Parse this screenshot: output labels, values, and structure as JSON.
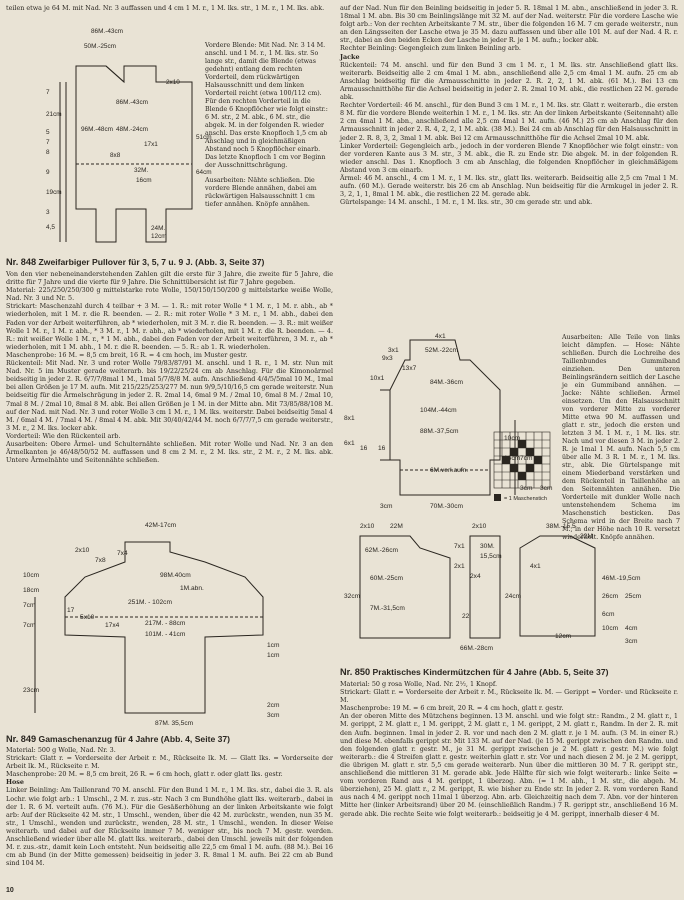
{
  "page_number": "10",
  "top_left_text": "teilen etwa je 64 M. mit Nad. Nr. 3 auffassen und 4 cm 1 M. r., 1 M. lks. str., 1 M. r., 1 M. lks. abk.",
  "vordere_blende": "Vordere Blende: Mit Nad. Nr. 3 14 M. anschl. und 1 M. r., 1 M. lks. str. So lange str., damit die Blende (etwas gedehnt) entlang dem rechten Vorderteil, dem rückwärtigen Halsausschnitt und dem linken Vorderteil reicht (etwa 100/112 cm). Für den rechten Vorderteil in die Blende 6 Knopflöcher wie folgt einstr.: 6 M. str., 2 M. abk., 6 M. str., die abgek. M. in der folgenden R. wieder anschl. Das erste Knopfloch 1,5 cm ab Anschlag und in gleichmäßigen Abstand noch 5 Knopflöcher einarb. Das letzte Knopfloch 1 cm vor Beginn der Ausschnittschrägung.",
  "ausarbeiten_848": "Ausarbeiten: Nähte schließen. Die vordere Blende annähen, dabei am rückwärtigen Halsausschnitt 1 cm tiefer annähen. Knöpfe annähen.",
  "title_848": {
    "nr": "Nr. 848",
    "text": "Zweifarbiger Pullover für 3, 5, 7 u. 9 J. (Abb. 3, Seite 37)"
  },
  "body_848": [
    "Von den vier nebeneinanderstehenden Zahlen gilt die erste für 3 Jahre, die zweite für 5 Jahre, die dritte für 7 Jahre und die vierte für 9 Jahre. Die Schnittübersicht ist für 7 Jahre gegeben.",
    "Material: 225/250/250/300 g mittelstarke rote Wolle, 150/150/150/200 g mittelstarke weiße Wolle, Nad. Nr. 3 und Nr. 5.",
    "Strickart: Maschenzahl durch 4 teilbar + 3 M. — 1. R.: mit roter Wolle * 1 M. r., 1 M. r. abh., ab * wiederholen, mit 1 M. r. die R. beenden. — 2. R.: mit roter Wolle * 3 M. r., 1 M. abh., dabei den Faden vor der Arbeit weiterführen, ab * wiederholen, mit 3 M. r. die R. beenden. — 3. R.: mit weißer Wolle 1 M. r., 1 M. r. abh., * 3 M. r., 1 M. r. abh., ab * wiederholen, mit 1 M. r. die R. beenden. — 4. R.: mit weißer Wolle 1 M. r., * 1 M. abh., dabei den Faden vor der Arbeit weiterführen, 3 M. r., ab * wiederholen, mit 1 M. abh., 1 M. r. die R. beenden. — 5. R.: ab 1. R. wiederholen.",
    "Maschenprobe: 16 M. = 8,5 cm breit, 16 R. = 4 cm hoch, im Muster gestr.",
    "Rückenteil: Mit Nad. Nr. 3 und roter Wolle 79/83/87/91 M. anschl. und 1 R. r., 1 M. str. Nun mit Nad. Nr. 5 im Muster gerade weiterarb. bis 19/22/25/24 cm ab Anschlag. Für die Kimonoärmel beidseitig in jeder 2. R. 6/7/7/8mal 1 M., 1mal 5/7/8/8 M. aufn. Anschließend 4/4/5/5mal 10 M., 1mal bei allen Größen je 17 M. aufn. Mit 215/225/253/277 M. nun 9/9,5/10/16,5 cm gerade weiterstr. Nun beidseitig für die Ärmelschrägung in jeder 2. R. 2mal 14, 6mal 9 M. / 2mal 10, 6mal 8 M. / 2mal 10, 7mal 8 M. / 2mal 10, 8mal 8 M. abk. Bei allen Größen je 1 M. in der Mitte abn. Mit 73/85/88/108 M. auf der Nad. mit Nad. Nr. 3 und roter Wolle 3 cm 1 M. r., 1 M. lks. weiterstr. Dabei beidseitig 5mal 4 M. / 6mal 4 M. / 7mal 4 M. / 8mal 4 M. abk. Mit 30/40/42/44 M. noch 6/7/7/7,5 cm gerade weiterstr., 3 M. r., 2 M. lks. locker abk.",
    "Vorderteil: Wie den Rückenteil arb.",
    "Ausarbeiten: Obere Ärmel- und Schulternähte schließen. Mit roter Wolle und Nad. Nr. 3 an den Ärmelkanten je 46/48/50/52 M. auffassen und 8 cm 2 M. r., 2 M. lks. str., 2 M. r., 2 M. lks. abk. Untere Ärmelnähte und Seitennähte schließen."
  ],
  "title_849": {
    "nr": "Nr. 849",
    "text": "Gamaschenanzug für 4 Jahre (Abb. 4, Seite 37)"
  },
  "body_849": [
    "Material: 500 g Wolle, Nad. Nr. 3.",
    "Strickart: Glatt r. = Vorderseite der Arbeit r. M., Rückseite lk. M. — Glatt lks. = Vorderseite der Arbeit lk. M., Rückseite r. M.",
    "Maschenprobe: 20 M. = 8,5 cm breit, 26 R. = 6 cm hoch, glatt r. oder glatt lks. gestr.",
    "Hose",
    "Linker Beinling: Am Taillenrand 70 M. anschl. Für den Bund 1 M. r., 1 M. lks. str., dabei die 3. R. als Lochr. wie folgt arb.: 1 Umschl., 2 M. r. zus.-str. Nach 3 cm Bundhöhe glatt lks. weiterarb., dabei in der 1. R. 6 M. verteilt aufn. (76 M.). Für die Gesäßerhöhung an der linken Arbeitskante wie folgt arb: Auf der Rückseite 42 M. str., 1 Umschl., wenden, über die 42 M. zurückstr., wenden, nun 35 M. str., 1 Umschl., wenden und zurückstr., wenden, 28 M. str., 1 Umschl., wenden. In dieser Weise weiterarb. und dabei auf der Rückseite immer 7 M. weniger str., bis noch 7 M. gestr. werden. Anschließend wieder über alle M. glatt lks. weiterarb., dabei den Umschl. jeweils mit der folgenden M. r. zus.-str., damit kein Loch entsteht. Nun beidseitig alle 22,5 cm 6mal 1 M. aufn. (88 M.). Bei 16 cm ab Bund (in der Mitte gemessen) beidseitig in jeder 3. R. 8mal 1 M. aufn. Bei 22 cm ab Bund sind 104 M."
  ],
  "right_col_top": "auf der Nad. Nun für den Beinling beidseitig in jeder 5. R. 18mal 1 M. abn., anschließend in jeder 3. R. 18mal 1 M. abn. Bis 30 cm Beinlingslänge mit 32 M. auf der Nad. weiterstr. Für die vordere Lasche wie folgt arb.: Von der rechten Arbeitskante 7 M. str., über die folgenden 16 M. 7 cm gerade weiterstr., nun an den Längsseiten der Lasche etwa je 35 M. dazu auffassen und über alle 101 M. auf der Nad. 4 R. r. str., dabei an den beiden Ecken der Lasche in jeder R. je 1 M. aufn.; locker abk.",
  "right_col_body": [
    "Rechter Beinling: Gegengleich zum linken Beinling arb.",
    "Jacke",
    "Rückenteil: 74 M. anschl. und für den Bund 3 cm 1 M. r., 1 M. lks. str. Anschließend glatt lks. weiterarb. Beidseitig alle 2 cm 4mal 1 M. abn., anschließend alle 2,5 cm 4mal 1 M. aufn. 25 cm ab Anschlag beidseitig für die Armausschnitte in jeder 2. R. 2, 2, 1 M. abk. (61 M.). Bei 13 cm Armausschnitthöhe für die Achsel beidseitig in jeder 2. R. 2mal 10 M. abk., die restlichen 22 M. gerade abk.",
    "Rechter Vorderteil: 46 M. anschl., für den Bund 3 cm 1 M. r., 1 M. lks. str. Glatt r. weiterarb., die ersten 8 M. für die vordere Blende weiterhin 1 M. r., 1 M. lks. str. An der linken Arbeitskante (Seitennaht) alle 2 cm 4mal 1 M. abn., anschließend alle 2,5 cm 4mal 1 M. aufn. (46 M.) 25 cm ab Anschlag für den Armausschnitt in jeder 2. R. 4, 2, 2, 1 M. abk. (38 M.). Bei 24 cm ab Anschlag für den Halsausschnitt in jeder 2. R. 8, 3, 2, 3mal 1 M. abk. Bei 12 cm Armausschnitthöhe für die Achsel 2mal 10 M. abk.",
    "Linker Vorderteil: Gegengleich arb., jedoch in der vorderen Blende 7 Knopflöcher wie folgt einstr.: von der vorderen Kante aus 3 M. str., 3 M. abk., die R. zu Ende str. Die abgek. M. in der folgenden R. wieder anschl. Das 1. Knopfloch 3 cm ab Anschlag, die folgenden Knopflöcher in gleichmäßigem Abstand von 3 cm einarb.",
    "Ärmel: 46 M. anschl., 4 cm 1 M. r., 1 M. lks. str., glatt lks. weiterarb. Beidseitig alle 2,5 cm 7mal 1 M. aufn. (60 M.). Gerade weiterstr. bis 26 cm ab Anschlag. Nun beidseitig für die Armkugel in jeder 2. R. 3, 2, 1, 1, 8mal 1 M. abk., die restlichen 22 M. gerade abk.",
    "Gürtelspange: 14 M. anschl., 1 M. r., 1 M. lks. str., 30 cm gerade str. und abk.",
    "Ausarbeiten: Alle Teile von links leicht dämpfen. — Hose: Nähte schließen. Durch die Lochreihe des Taillenbundes Gummiband einziehen. Den unteren Beinlingsrändern seitlich der Lasche je ein Gummiband annähen. — Jacke: Nähte schließen. Ärmel einsetzen. Um den Halsausschnitt von vorderer Mitte zu vorderer Mitte etwa 90 M. auffassen und glatt r. str., jedoch die ersten und letzten 3 M. 1 M. r., 1 M. lks. str. Nach und vor diesen 3 M. in jeder 2. R. je 1mal 1 M. aufn. Nach 5,5 cm über alle M. 3 R. 1 M. r., 1 M. lks. str., abk. Die Gürtelspange mit einem Miederband verstärken und dem Rückenteil in Taillenhöhe an den Seitennähten annähen. Die Vorderteile mit dunkler Wolle nach untenstehendem Schema im Maschenstich besticken. Das Schema wird in der Breite nach 7 M., in der Höhe nach 10 R. versetzt wiederholt. Knöpfe annähen."
  ],
  "title_850": {
    "nr": "Nr. 850",
    "text": "Praktisches Kindermützchen für 4 Jahre (Abb. 5, Seite 37)"
  },
  "body_850": [
    "Material: 50 g rosa Wolle, Nad. Nr. 2½, 1 Knopf.",
    "Strickart: Glatt r. = Vorderseite der Arbeit r. M., Rückseite lk. M. — Gerippt = Vorder- und Rückseite r. M.",
    "Maschenprobe: 19 M. = 6 cm breit, 20 R. = 4 cm hoch, glatt r. gestr.",
    "An der oberen Mitte des Mützchens beginnen. 13 M. anschl. und wie folgt str.: Randm., 2 M. glatt r., 1 M. gerippt, 2 M. glatt r., 1 M. gerippt, 2 M. glatt r., 1 M. gerippt, 2 M. glatt r., Randm. In der 2. R. mit den Aufn. beginnen. 1mal in jeder 2. R. vor und nach den 2 M. glatt r. je 1 M. aufn. (3 M. in einer R.) und diese M. ebenfalls gerippt str. Mit 133 M. auf der Nad. (je 15 M. gerippt zwischen den Randm. und den folgenden glatt r. gestr. M., je 31 M. gerippt zwischen je 2 M. glatt r. gestr. M.) wie folgt weiterarb.: die 4 Streifen glatt r. gestr. weiterhin glatt r. str. Vor und nach diesen 2 M. je 2 M. gerippt, die übrigen M. glatt r. str. 5,5 cm gerade weiterarb. Nun über die mittleren 30 M. 7 R. gerippt str., anschließend die mittleren 31 M. gerade abk. Jede Hälfte für sich wie folgt weiterarb.: linke Seite = vom vorderen Rand aus 4 M. gerippt, 1 überzog. Abn. (= 1 M. abh., 1 M. str., die abgeh. M. überziehen), 25 M. glatt r., 2 M. gerippt, R. wie bisher zu Ende str. In jeder 2. R. vom vorderen Rand aus nach 4 M. gerippt noch 11mal 1 überzog. Abn. arb. Gleichzeitig nach dem 7. Abn. vor der hinteren Mitte her (linker Arbeitsrand) über 20 M. (einschließlich Randm.) 7 R. gerippt str., anschließend 16 M. gerade abk. Die rechte Seite wie folgt weiterarb.: beidseitig je 4 M. gerippt, innerhalb dieser 4 M."
  ],
  "diagram_848": {
    "labels": [
      "86M.-43cm",
      "50M.-25cm",
      "86M.-43cm",
      "96M.-48cm",
      "48M.-24cm",
      "32M.",
      "16cm",
      "24M.",
      "12cm",
      "2x10",
      "8x8",
      "17x1",
      "51cm",
      "64cm",
      "21cm",
      "19cm",
      "8",
      "9",
      "3",
      "5",
      "4,5",
      "7",
      "7"
    ]
  },
  "diagram_849": {
    "labels": [
      "42M-17cm",
      "2x10",
      "7x8",
      "7x4",
      "98M.40cm",
      "1M.abn.",
      "251M. - 102cm",
      "217M. - 88cm",
      "101M. - 41cm",
      "17",
      "5x10",
      "17x4",
      "87M. 35,5cm",
      "23cm",
      "7cm",
      "10cm",
      "18cm",
      "7cm",
      "2cm",
      "3cm",
      "1cm",
      "1cm"
    ]
  },
  "diagram_850_top": {
    "labels": [
      "4x1",
      "52M.-22cm",
      "84M.-36cm",
      "104M.-44cm",
      "88M.-37,5cm",
      "6M.verl.aufn.",
      "70M.-30cm",
      "3cm",
      "9x3",
      "10x1",
      "3x1",
      "13x7",
      "8x1",
      "6x1",
      "10cm",
      "16cm",
      "7cm",
      "3cm",
      "16",
      "16",
      "3cm"
    ]
  },
  "schema_legend": "= 1 Maschenstich",
  "diagram_850_bottom": {
    "labels": [
      "2x10",
      "22M",
      "62M.-26cm",
      "2x10",
      "7x1",
      "30M.",
      "15,5cm",
      "2x1",
      "2x4",
      "38M.-15,5",
      "22M",
      "4x1",
      "60M.-25cm",
      "7M.-31,5cm",
      "66M.-28cm",
      "46M.-19,5cm",
      "26cm",
      "32cm",
      "6cm",
      "10cm",
      "24cm",
      "12cm",
      "22",
      "25cm",
      "4cm",
      "3cm"
    ]
  }
}
